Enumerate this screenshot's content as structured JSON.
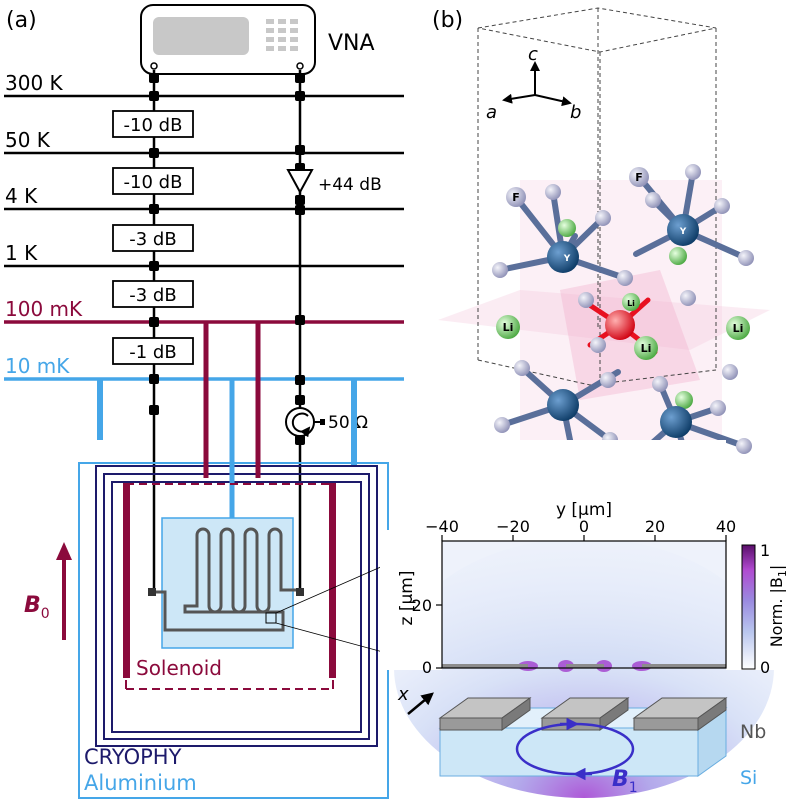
{
  "panel_a": {
    "label": "(a)",
    "instrument": "VNA",
    "stages": [
      {
        "label": "300 K",
        "color": "#000000"
      },
      {
        "label": "50 K",
        "color": "#000000"
      },
      {
        "label": "4 K",
        "color": "#000000"
      },
      {
        "label": "1 K",
        "color": "#000000"
      },
      {
        "label": "100 mK",
        "color": "#8b0a3c"
      },
      {
        "label": "10 mK",
        "color": "#45a6e8"
      }
    ],
    "attenuators": [
      "-10 dB",
      "-10 dB",
      "-3 dB",
      "-3 dB",
      "-1 dB"
    ],
    "amplifier": "+44 dB",
    "termination": "50 Ω",
    "field_label": "B",
    "field_subscript": "0",
    "solenoid_label": "Solenoid",
    "cryophy_label": "CRYOPHY",
    "aluminium_label": "Aluminium"
  },
  "panel_b": {
    "label": "(b)",
    "axes": {
      "c": "c",
      "a": "a",
      "b": "b"
    },
    "atoms": {
      "f": "F",
      "y": "Y",
      "li": "Li"
    }
  },
  "field_plot": {
    "xlabel": "y [μm]",
    "ylabel": "z [μm]",
    "xticks": [
      "−40",
      "−20",
      "0",
      "20",
      "40"
    ],
    "yticks": [
      "0",
      "20"
    ],
    "colorbar_label": "Norm. |B",
    "colorbar_sub": "1",
    "colorbar_label_end": "|",
    "colorbar_ticks": [
      "1",
      "0"
    ]
  },
  "chip": {
    "axis": "x",
    "nb_label": "Nb",
    "si_label": "Si",
    "field_label": "B",
    "field_subscript": "1"
  },
  "colors": {
    "mk100": "#8b0a3c",
    "mk10": "#45a6e8",
    "cryophy": "#1d1a6b",
    "aluminium": "#45a6e8",
    "b1": "#3a2fc8"
  }
}
